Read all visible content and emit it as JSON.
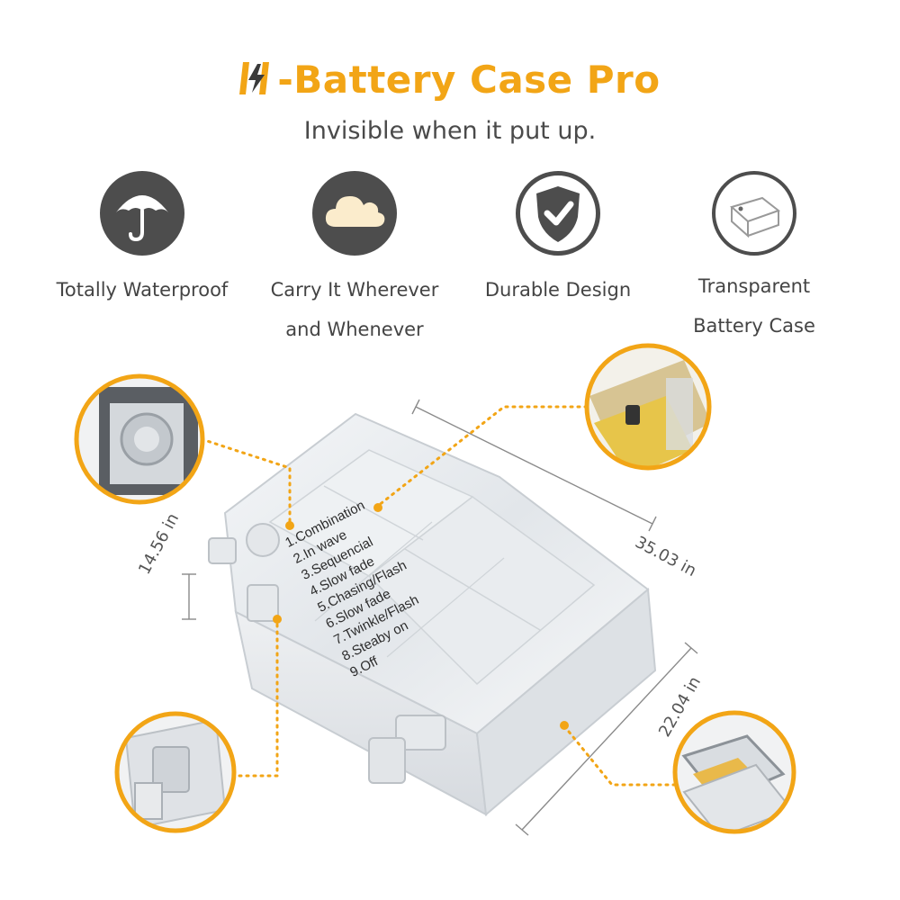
{
  "header": {
    "logo_icon": "h-lightning-logo-icon",
    "title": "-Battery Case Pro",
    "subtitle": "Invisible when it put up."
  },
  "features": [
    {
      "icon": "umbrella-icon",
      "line1": "Totally Waterproof",
      "line2": ""
    },
    {
      "icon": "cloud-icon",
      "line1": "Carry It Wherever",
      "line2": "and Whenever"
    },
    {
      "icon": "shield-check-icon",
      "line1": "Durable Design",
      "line2": ""
    },
    {
      "icon": "box-icon",
      "line1": "Transparent",
      "line2": "Battery Case"
    }
  ],
  "dimensions": {
    "height": "14.56 in",
    "length": "35.03 in",
    "width": "22.04 in"
  },
  "modes": [
    "1.Combination",
    "2.In  wave",
    "3.Sequencial",
    "4.Slow  fade",
    "5.Chasing/Flash",
    "6.Slow  fade",
    "7.Twinkle/Flash",
    "8.Steaby  on",
    "9.Off"
  ],
  "colors": {
    "accent": "#f2a516",
    "icon_dark": "#4d4d4d",
    "text": "#444444"
  }
}
